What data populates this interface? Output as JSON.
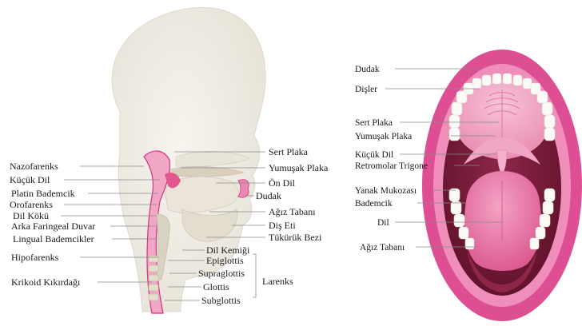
{
  "left_diagram": {
    "labels": [
      {
        "id": "nazofarenks",
        "text": "Nazofarenks"
      },
      {
        "id": "kucuk-dil",
        "text": "Küçük Dil"
      },
      {
        "id": "platin-bademcik",
        "text": "Platin Bademcik"
      },
      {
        "id": "orofarenks",
        "text": "Orofarenks"
      },
      {
        "id": "dil-koku",
        "text": "Dil Kökü"
      },
      {
        "id": "arka-faringeal-duvar",
        "text": "Arka Faringeal  Duvar"
      },
      {
        "id": "lingual-bademcikler",
        "text": "Lingual Bademcikler"
      },
      {
        "id": "hipofarenks",
        "text": "Hipofarenks"
      },
      {
        "id": "krikoid-kikirdagi",
        "text": "Krikoid Kıkırdağı"
      },
      {
        "id": "sert-plaka",
        "text": "Sert Plaka"
      },
      {
        "id": "yumusak-plaka",
        "text": "Yumuşak Plaka"
      },
      {
        "id": "on-dil",
        "text": "Ön Dil"
      },
      {
        "id": "dudak",
        "text": "Dudak"
      },
      {
        "id": "agiz-tabani",
        "text": "Ağız Tabanı"
      },
      {
        "id": "dis-eti",
        "text": "Diş Eti"
      },
      {
        "id": "tukuruk-bezi",
        "text": "Tükürük Bezi"
      },
      {
        "id": "dil-kemigi",
        "text": "Dil Kemiği"
      },
      {
        "id": "epiglottis",
        "text": "Epiglottis"
      },
      {
        "id": "supraglottis",
        "text": "Supraglottis"
      },
      {
        "id": "glottis",
        "text": "Glottis"
      },
      {
        "id": "subglottis",
        "text": "Subglottis"
      },
      {
        "id": "larenks",
        "text": "Larenks"
      }
    ]
  },
  "right_diagram": {
    "labels": [
      {
        "id": "dudak",
        "text": "Dudak"
      },
      {
        "id": "disler",
        "text": "Dişler"
      },
      {
        "id": "sert-plaka",
        "text": "Sert Plaka"
      },
      {
        "id": "yumusak-plaka",
        "text": "Yumuşak Plaka"
      },
      {
        "id": "kucuk-dil",
        "text": "Küçük Dil"
      },
      {
        "id": "retromolar-trigone",
        "text": "Retromolar Trigone"
      },
      {
        "id": "yanak-mukozasi",
        "text": "Yanak Mukozası"
      },
      {
        "id": "bademcik",
        "text": "Bademcik"
      },
      {
        "id": "dil",
        "text": "Dil"
      },
      {
        "id": "agiz-tabani",
        "text": "Ağız Tabanı"
      }
    ]
  },
  "colors": {
    "head_fill": "#f1efe6",
    "head_outline": "#d9d6cc",
    "pink": "#d6337f",
    "pink_light": "#f2a9c9",
    "mouth_dark": "#7a1b3c",
    "tongue": "#e77aa8",
    "teeth": "#fbfaf6"
  }
}
